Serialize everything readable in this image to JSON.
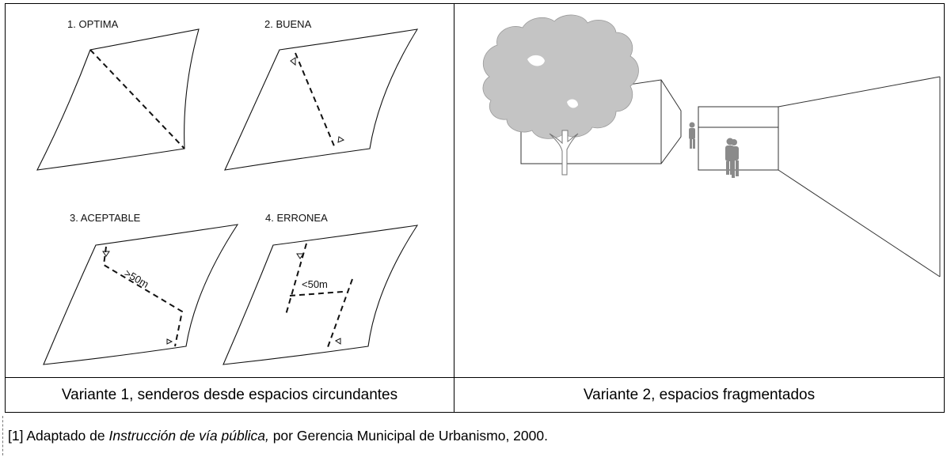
{
  "panels": {
    "left": {
      "diagrams": [
        {
          "label": "1. OPTIMA"
        },
        {
          "label": "2. BUENA"
        },
        {
          "label": "3. ACEPTABLE",
          "dimension": ">50m"
        },
        {
          "label": "4. ERRONEA",
          "dimension": "<50m"
        }
      ],
      "caption": "Variante 1, senderos desde espacios circundantes"
    },
    "right": {
      "caption": "Variante 2, espacios fragmentados"
    }
  },
  "footnote": {
    "prefix": "[1] Adaptado de ",
    "title": "Instrucción de vía pública,",
    "suffix": " por Gerencia Municipal de Urbanismo, 2000."
  },
  "colors": {
    "tree": "#c4c4c4",
    "person": "#8a8a8a",
    "line": "#000000"
  }
}
